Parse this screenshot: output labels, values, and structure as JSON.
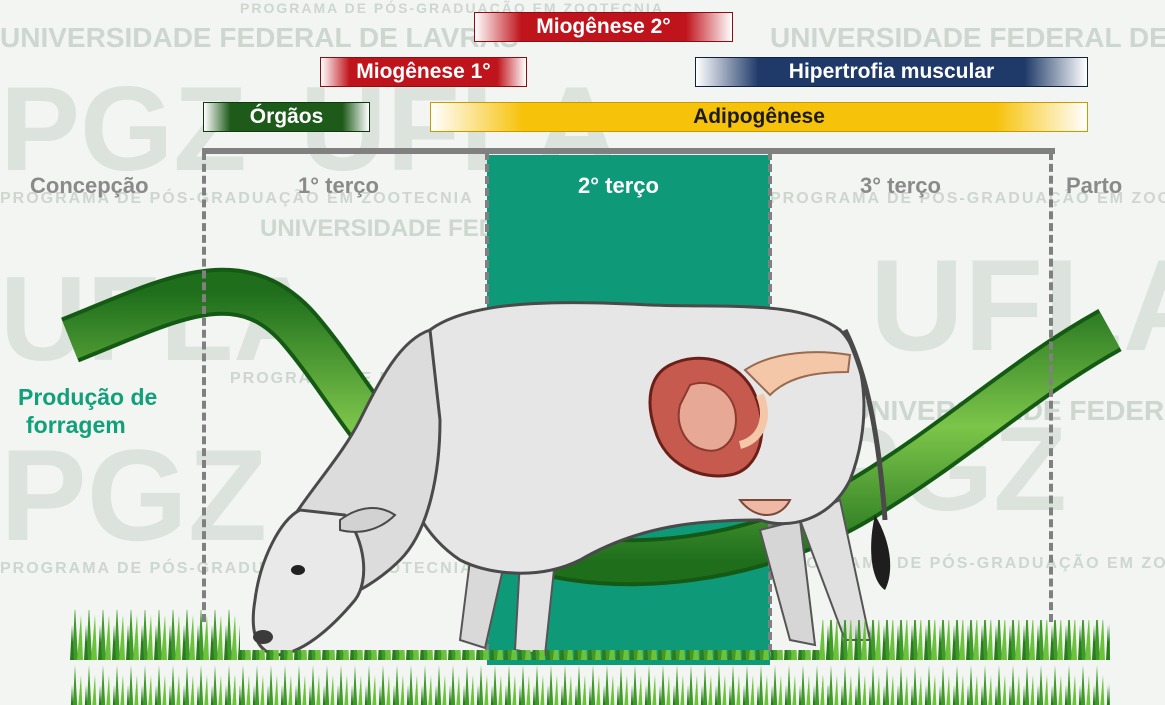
{
  "watermark": {
    "program": "PROGRAMA DE PÓS-GRADUAÇÃO EM ZOOTECNIA",
    "university": "UNIVERSIDADE FEDERAL DE LAVRAS",
    "logo_pg": "PGZ",
    "logo_uf": "UFLA"
  },
  "bars": {
    "miogenese2": "Miogênese 2°",
    "miogenese1": "Miogênese 1°",
    "hipertrofia": "Hipertrofia muscular",
    "orgaos": "Órgãos",
    "adipogenese": "Adipogênese"
  },
  "stages": {
    "concepcao": "Concepção",
    "terco1": "1° terço",
    "terco2": "2° terço",
    "terco3": "3° terço",
    "parto": "Parto"
  },
  "forage_label_line1": "Produção de",
  "forage_label_line2": "forragem",
  "colors": {
    "red": "#c0141c",
    "navy": "#1f3a68",
    "dark_green": "#1e5a1a",
    "gold": "#f7c20a",
    "teal": "#0e9a78",
    "forage_green": "#2f8a2a",
    "label_teal": "#12a07a"
  }
}
